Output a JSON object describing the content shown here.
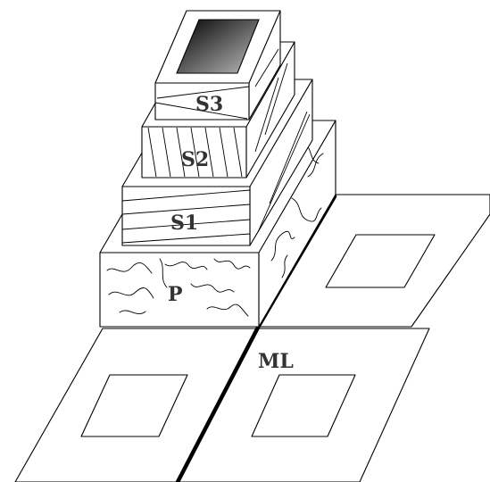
{
  "labels": {
    "s3": "S3",
    "s2": "S2",
    "s1": "S1",
    "p": "P",
    "ml": "ML"
  }
}
